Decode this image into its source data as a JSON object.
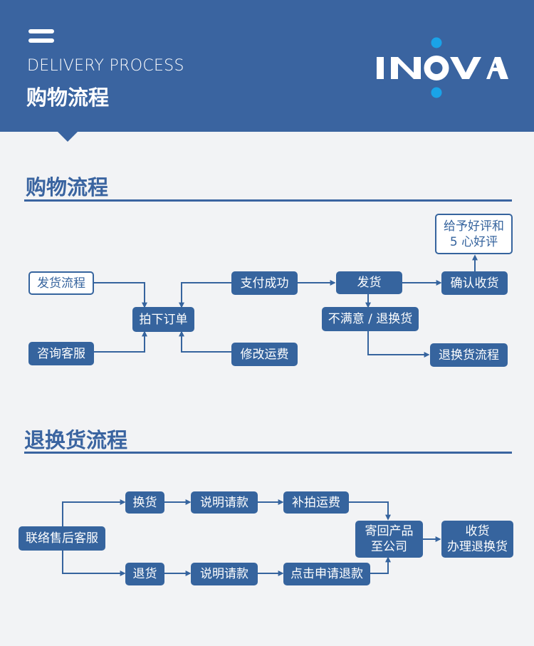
{
  "header": {
    "subtitle": "DELIVERY PROCESS",
    "title": "购物流程",
    "logo_text": "INOVA",
    "colors": {
      "header_bg": "#3a64a0",
      "accent_dot": "#1aa3e8"
    }
  },
  "shopping": {
    "title": "购物流程",
    "nodes": {
      "ship_flow": "发货流程",
      "consult": "咨询客服",
      "order": "拍下订单",
      "paid": "支付成功",
      "modify_fee": "修改运费",
      "ship": "发货",
      "unsatisfied": "不满意 / 退换货",
      "confirm": "确认收货",
      "review": "给予好评和\n5 心好评",
      "return_flow": "退换货流程"
    }
  },
  "returns": {
    "title": "退换货流程",
    "nodes": {
      "contact": "联络售后客服",
      "exchange": "换货",
      "refund": "退货",
      "explain_a": "说明请款",
      "explain_b": "说明请款",
      "pay_fee": "补拍运费",
      "apply_refund": "点击申请退款",
      "send_back": "寄回产品\n至公司",
      "receive": "收货\n办理退换货"
    }
  }
}
